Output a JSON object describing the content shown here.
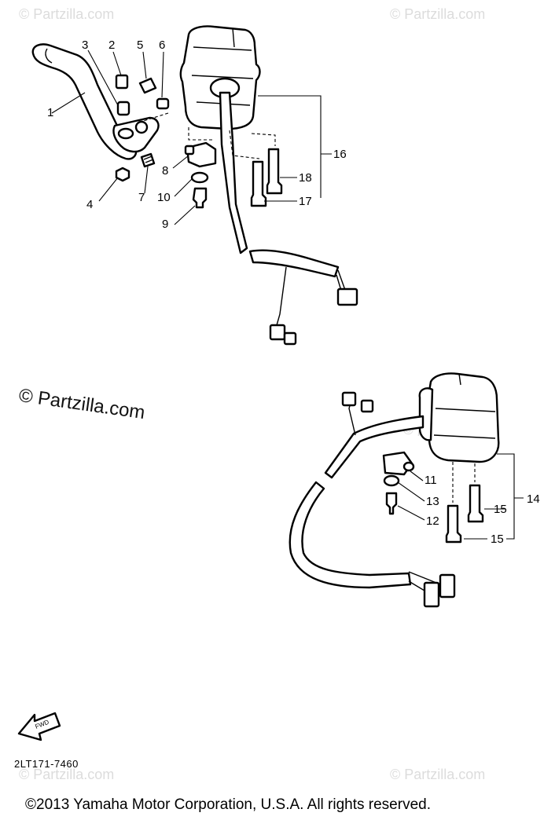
{
  "watermarks": {
    "main": "© Partzilla.com",
    "faint": "© Partzilla.com"
  },
  "callouts": [
    "1",
    "2",
    "3",
    "4",
    "5",
    "6",
    "7",
    "8",
    "9",
    "10",
    "11",
    "12",
    "13",
    "14",
    "15",
    "15",
    "16",
    "17",
    "18"
  ],
  "fwd_label": "FWD",
  "diagram_code": "2LT171-7460",
  "copyright": "©2013  Yamaha Motor Corporation, U.S.A. All rights reserved."
}
